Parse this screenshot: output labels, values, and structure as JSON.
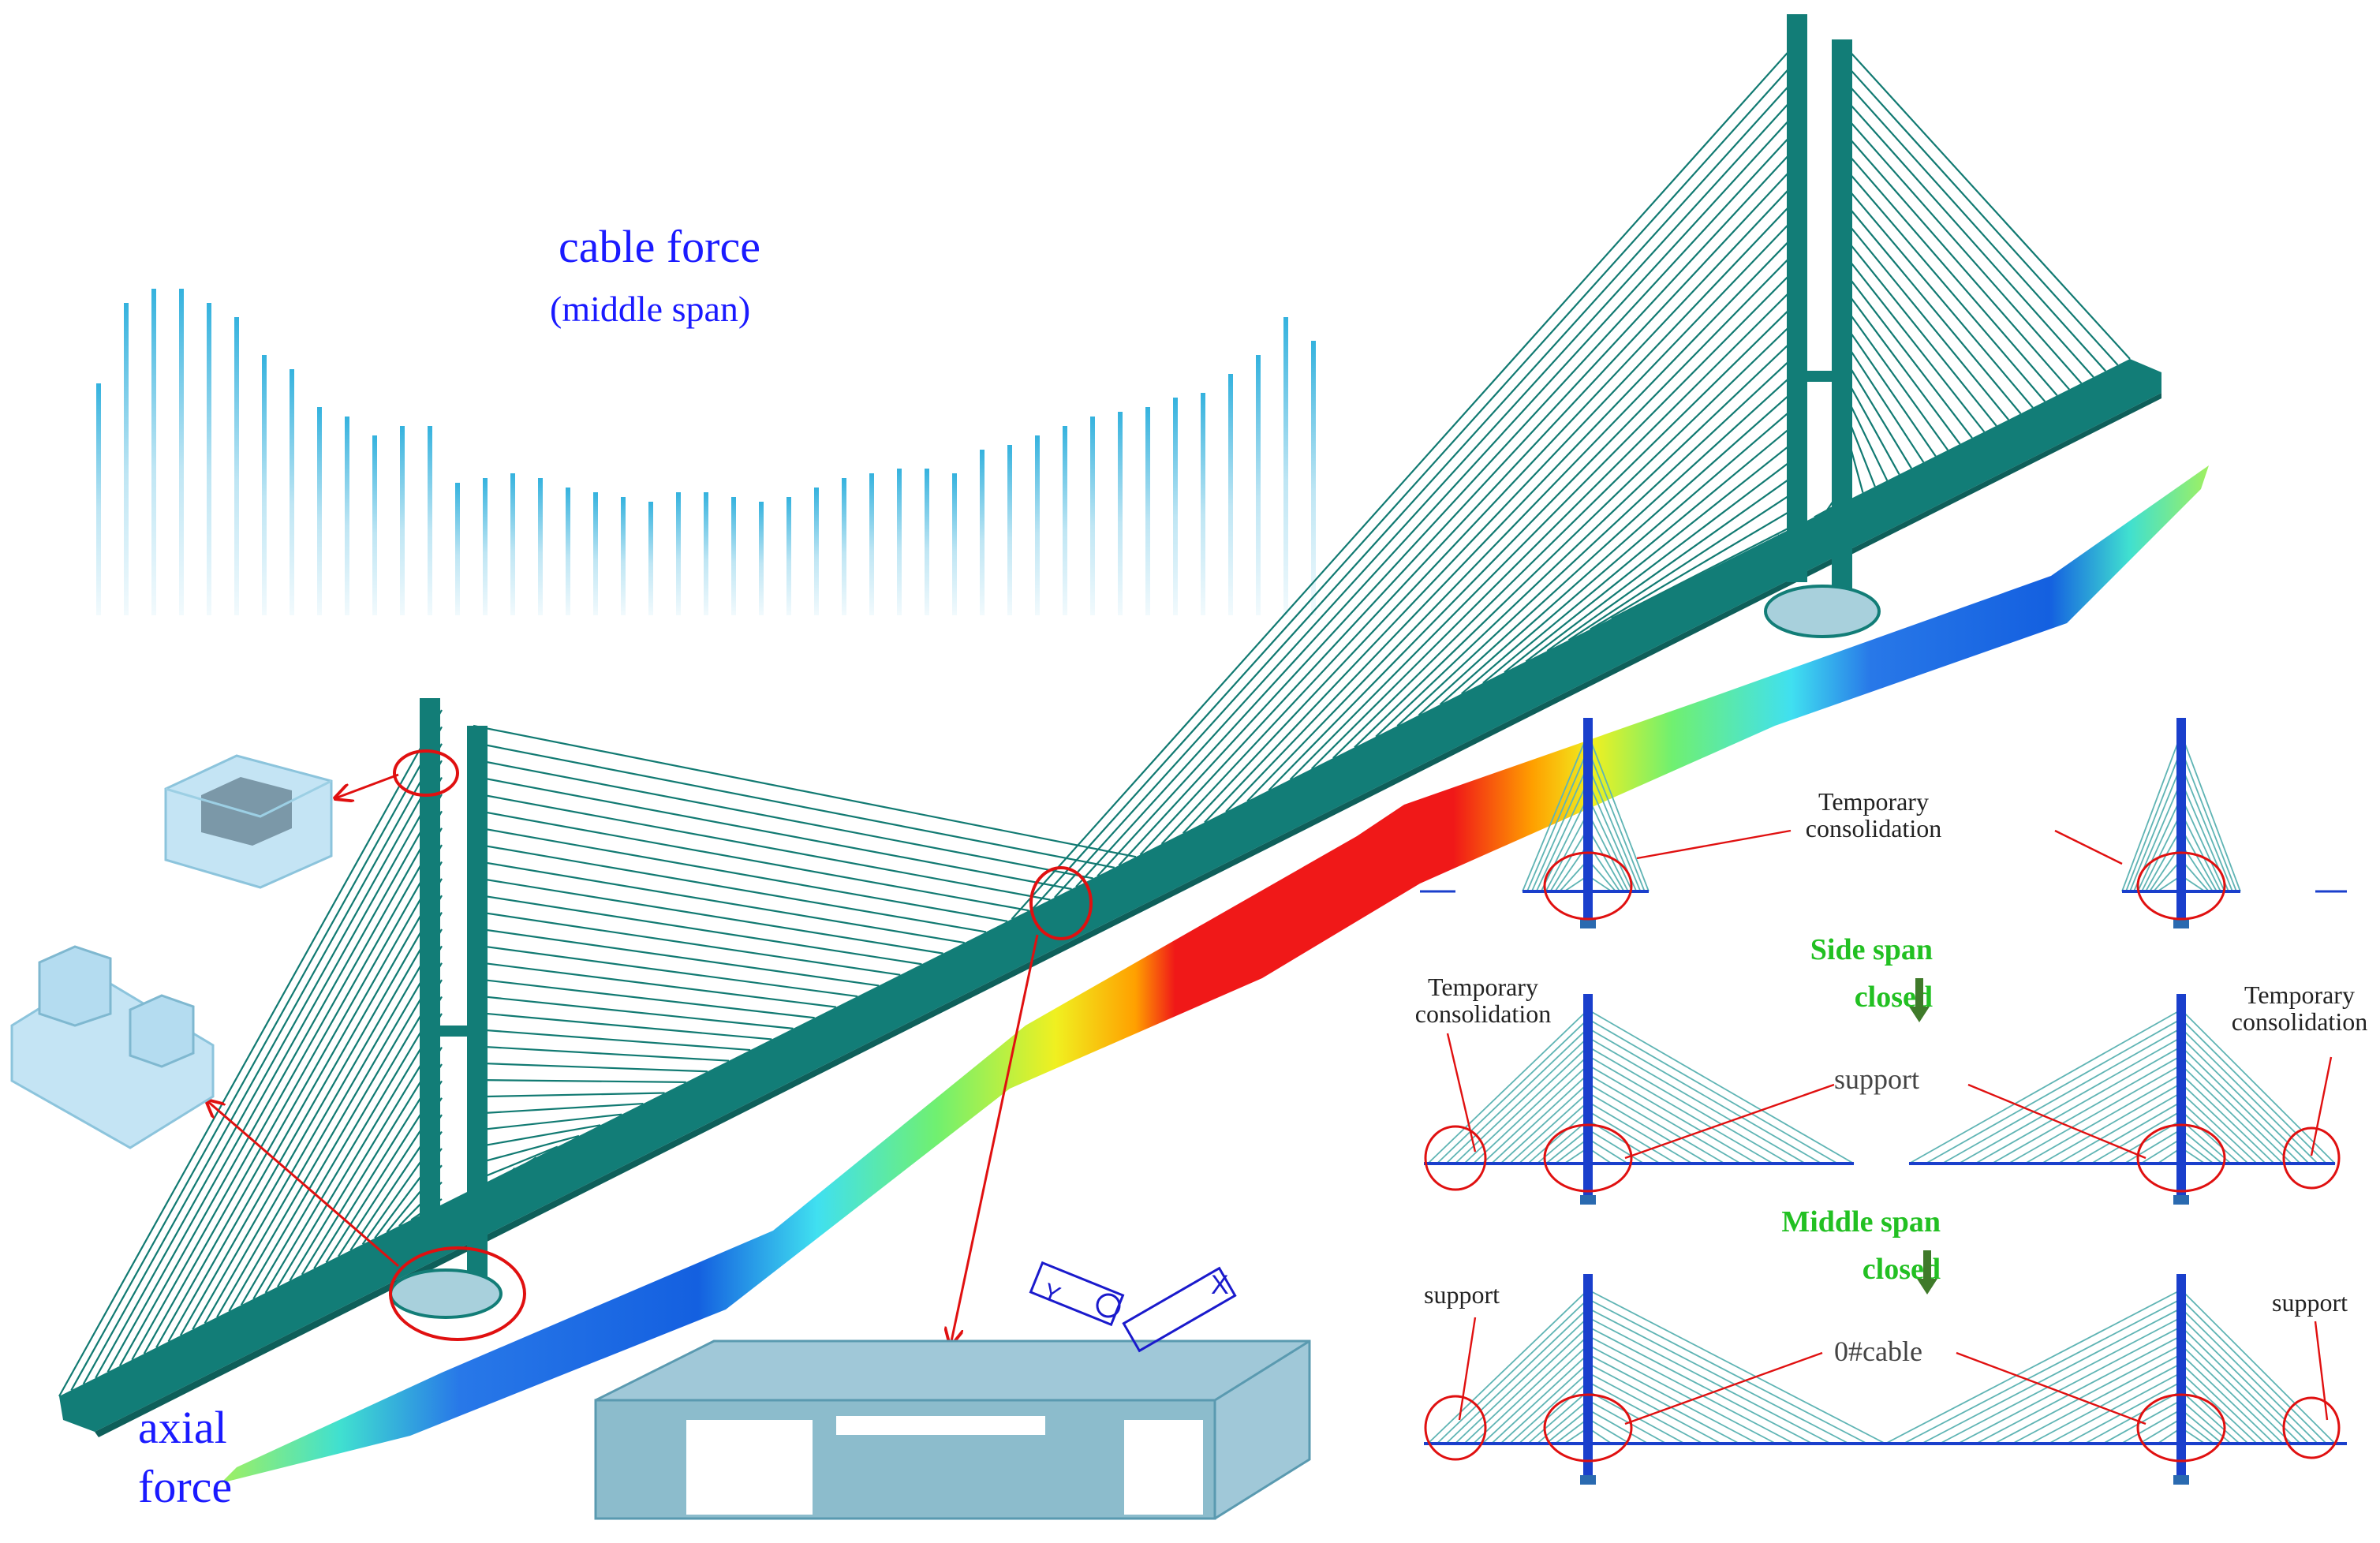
{
  "labels": {
    "cable_force_line1": "cable force",
    "cable_force_line2": "(middle span)",
    "axial_force_line1": "axial",
    "axial_force_line2": "force",
    "temp_consolidation_top_line1": "Temporary",
    "temp_consolidation_top_line2": "consolidation",
    "side_span_line1": "Side span",
    "side_span_line2": "closed",
    "temp_consolidation_left_line1": "Temporary",
    "temp_consolidation_left_line2": "consolidation",
    "temp_consolidation_right_line1": "Temporary",
    "temp_consolidation_right_line2": "consolidation",
    "support_mid": "support",
    "middle_span_line1": "Middle span",
    "middle_span_line2": "closed",
    "support_left": "support",
    "support_right": "support",
    "zero_cable": "0#cable",
    "axis_y": "Y",
    "axis_x": "X"
  },
  "chart_data": {
    "type": "bar",
    "description_free": true,
    "series": [
      {
        "values": [
          0.49,
          0.66,
          0.69,
          0.69,
          0.66,
          0.63,
          0.55,
          0.52,
          0.44,
          0.42,
          0.38,
          0.4,
          0.4,
          0.28,
          0.29,
          0.3,
          0.29,
          0.27,
          0.26,
          0.25,
          0.24,
          0.26,
          0.26,
          0.25,
          0.24,
          0.25,
          0.27,
          0.29,
          0.3,
          0.31,
          0.31,
          0.3,
          0.35,
          0.36,
          0.38,
          0.4,
          0.42,
          0.43,
          0.44,
          0.46,
          0.47,
          0.51,
          0.55,
          0.63,
          0.58
        ]
      }
    ]
  },
  "colors": {
    "cable": "#117a72",
    "deck": "#127d77",
    "pylon_blue": "#1a3fcc",
    "highlight_red": "#e01010",
    "label_blue": "#1a1aff",
    "label_green": "#22c022",
    "bar_top": "#3bb6e0"
  }
}
